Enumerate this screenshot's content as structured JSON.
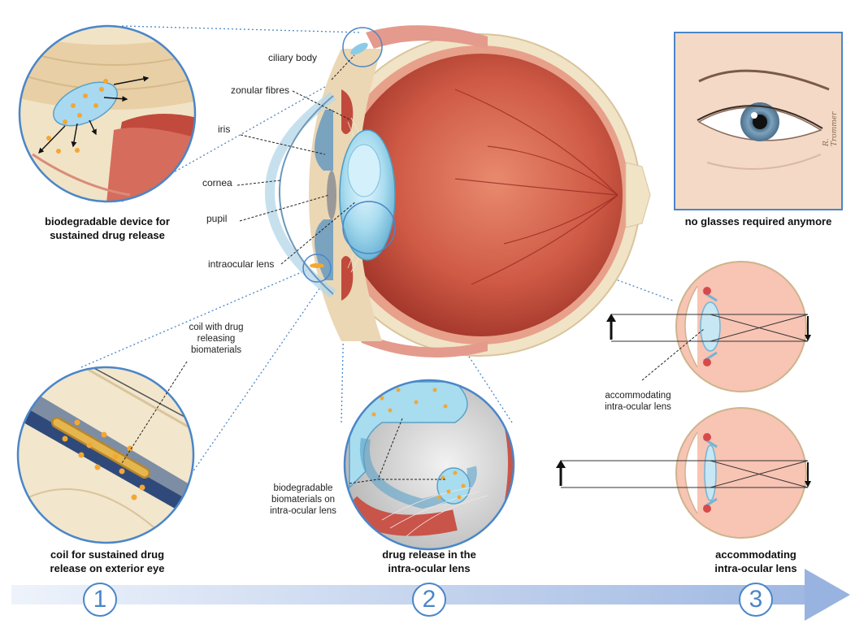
{
  "eye_labels": {
    "ciliary_body": "ciliary body",
    "zonular_fibres": "zonular fibres",
    "iris": "iris",
    "cornea": "cornea",
    "pupil": "pupil",
    "intraocular_lens": "intraocular lens"
  },
  "captions": {
    "device_line1": "biodegradable device for",
    "device_line2": "sustained drug release",
    "no_glasses": "no glasses required anymore",
    "coil_line1": "coil for sustained drug",
    "coil_line2": "release on exterior eye",
    "drug_release_line1": "drug release in the",
    "drug_release_line2": "intra-ocular lens",
    "accommodating_line1": "accommodating",
    "accommodating_line2": "intra-ocular lens"
  },
  "detail_labels": {
    "coil_line1": "coil with drug",
    "coil_line2": "releasing",
    "coil_line3": "biomaterials",
    "bio_line1": "biodegradable",
    "bio_line2": "biomaterials on",
    "bio_line3": "intra-ocular lens",
    "acc_line1": "accommodating",
    "acc_line2": "intra-ocular lens"
  },
  "steps": [
    "1",
    "2",
    "3"
  ],
  "signature": "R. Trommer",
  "colors": {
    "accent_blue": "#4a86c8",
    "sclera": "#f1e3c6",
    "retina_red": "#d4574a",
    "lens_blue": "#9fd3ea",
    "drug_orange": "#f3a733",
    "arrow_blue": "#b9cdeb"
  }
}
